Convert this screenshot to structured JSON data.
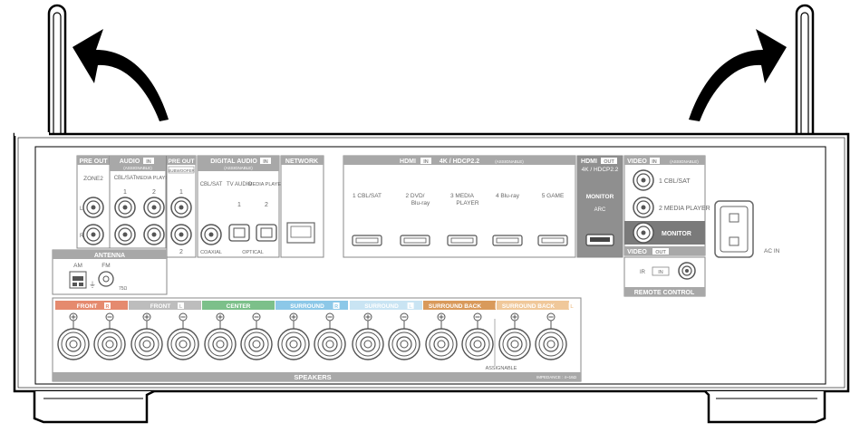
{
  "pre_out_left": {
    "title": "PRE OUT",
    "zone2": "ZONE2",
    "l": "L",
    "r": "R"
  },
  "audio_in": {
    "title": "AUDIO",
    "in_badge": "IN",
    "assignable": "(ASSIGNABLE)",
    "cbl_sat": "CBL/SAT",
    "media_player": "MEDIA PLAYER",
    "n1": "1",
    "n2": "2"
  },
  "pre_out_sub": {
    "title": "PRE OUT",
    "subwoofer": "SUBWOOFER",
    "n1": "1",
    "n2": "2"
  },
  "digital_audio": {
    "title": "DIGITAL AUDIO",
    "in_badge": "IN",
    "assignable": "(ASSIGNABLE)",
    "cbl_sat": "CBL/SAT",
    "tv_audio": "TV AUDIO",
    "media_player": "MEDIA PLAYER",
    "n1": "1",
    "n2": "2",
    "coaxial": "COAXIAL",
    "optical": "OPTICAL"
  },
  "network": {
    "title": "NETWORK"
  },
  "hdmi_in": {
    "title": "HDMI",
    "in_badge": "IN",
    "spec": "4K / HDCP2.2",
    "assignable": "(ASSIGNABLE)",
    "inputs": [
      {
        "num": "1",
        "name": "CBL/SAT"
      },
      {
        "num": "2",
        "name": "DVD/ Blu-ray"
      },
      {
        "num": "3",
        "name": "MEDIA PLAYER"
      },
      {
        "num": "4",
        "name": "Blu-ray"
      },
      {
        "num": "5",
        "name": "GAME"
      }
    ]
  },
  "hdmi_out": {
    "title": "HDMI",
    "out_badge": "OUT",
    "spec": "4K / HDCP2.2",
    "monitor": "MONITOR",
    "arc": "ARC"
  },
  "video_in": {
    "title": "VIDEO",
    "in_badge": "IN",
    "assignable": "(ASSIGNABLE)",
    "cbl_sat": "1  CBL/SAT",
    "media_player": "2  MEDIA PLAYER",
    "monitor": "MONITOR"
  },
  "video_out": {
    "title": "VIDEO",
    "out_badge": "OUT"
  },
  "remote": {
    "title": "REMOTE CONTROL",
    "ir": "IR",
    "in": "IN"
  },
  "ac_in": {
    "label": "AC IN"
  },
  "antenna": {
    "title": "ANTENNA",
    "am": "AM",
    "fm": "FM",
    "ohm": "75Ω"
  },
  "speakers": {
    "title": "SPEAKERS",
    "assignable": "ASSIGNABLE",
    "impedance": "IMPEDANCE : 4~16Ω",
    "groups": [
      {
        "label": "FRONT",
        "side": "R",
        "color": "#e58a6e"
      },
      {
        "label": "FRONT",
        "side": "L",
        "color": "#bdbdbd"
      },
      {
        "label": "CENTER",
        "side": "",
        "color": "#7cc08a"
      },
      {
        "label": "SURROUND",
        "side": "R",
        "color": "#8cc8e8"
      },
      {
        "label": "SURROUND",
        "side": "L",
        "color": "#c9e4f3"
      },
      {
        "label": "SURROUND BACK",
        "side": "R",
        "color": "#d99a5b"
      },
      {
        "label": "SURROUND BACK",
        "side": "L",
        "color": "#f0c89a"
      }
    ]
  },
  "colors": {
    "panel_line": "#000000",
    "grey_band": "#a8a8a8",
    "grey_label_bg": "#8f8f8f",
    "monitor_bg": "#7a7a7a"
  }
}
